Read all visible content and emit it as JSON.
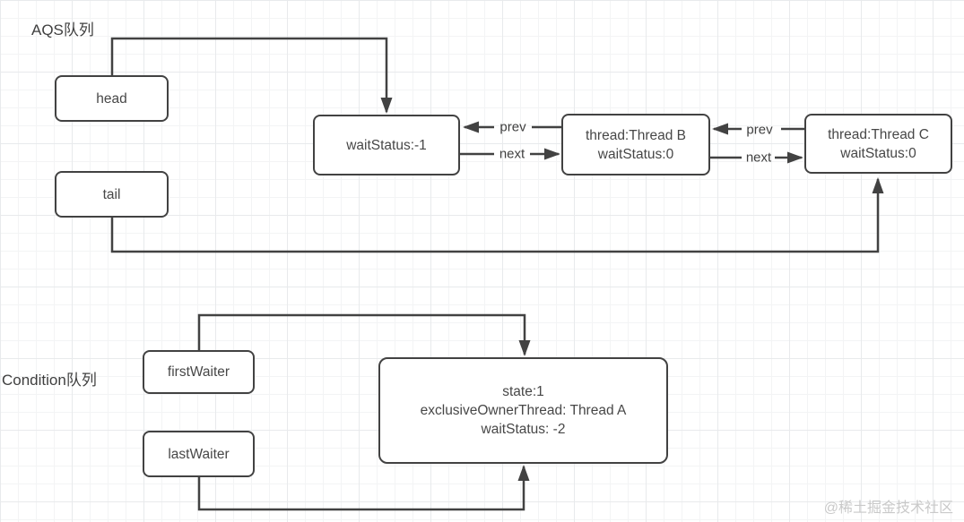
{
  "diagram": {
    "section_labels": {
      "aqs_queue": "AQS队列",
      "condition_queue": "Condition队列"
    },
    "nodes": {
      "head": {
        "label": "head"
      },
      "tail": {
        "label": "tail"
      },
      "wait_status_node": {
        "label": "waitStatus:-1"
      },
      "thread_b": {
        "line1": "thread:Thread B",
        "line2": "waitStatus:0"
      },
      "thread_c": {
        "line1": "thread:Thread C",
        "line2": "waitStatus:0"
      },
      "first_waiter": {
        "label": "firstWaiter"
      },
      "last_waiter": {
        "label": "lastWaiter"
      },
      "owner": {
        "line1": "state:1",
        "line2": "exclusiveOwnerThread: Thread A",
        "line3": "waitStatus: -2"
      }
    },
    "edge_labels": {
      "prev_ws_to_b": "prev",
      "next_ws_to_b": "next",
      "prev_b_to_c": "prev",
      "next_b_to_c": "next"
    },
    "watermark": "@稀土掘金技术社区",
    "colors": {
      "stroke": "#424242",
      "node_border": "#424242",
      "node_text": "#474747",
      "label_text": "#3f3f3f",
      "watermark_text": "#c9c9c9",
      "grid_minor": "#f3f4f5",
      "grid_major": "#e8eaec",
      "background": "#ffffff"
    }
  }
}
